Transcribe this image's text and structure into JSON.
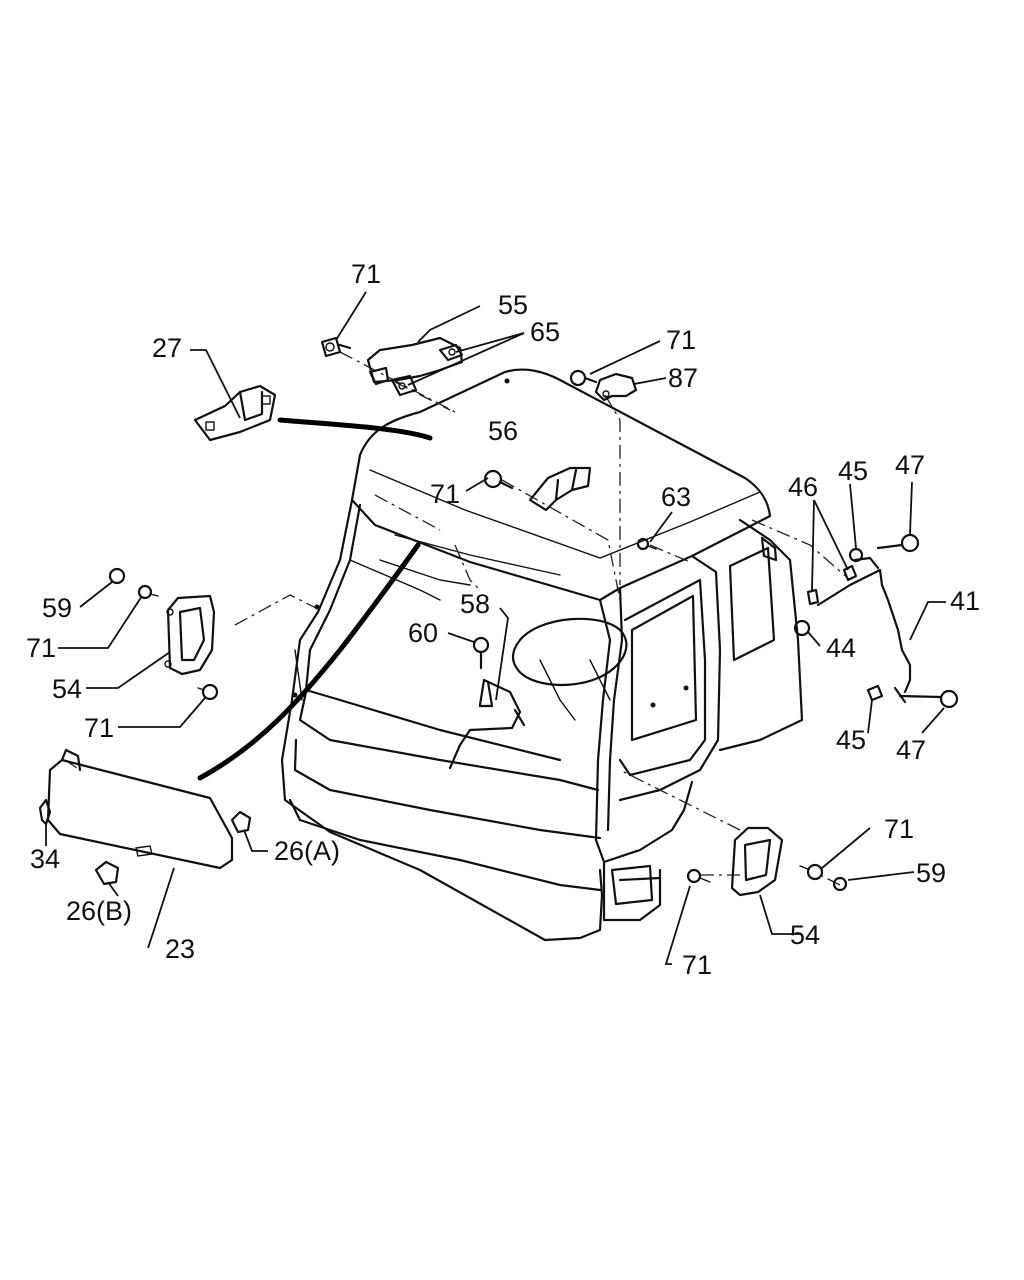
{
  "diagram": {
    "callouts": {
      "c71_top": "71",
      "c55": "55",
      "c65": "65",
      "c27": "27",
      "c71_87": "71",
      "c87": "87",
      "c56": "56",
      "c71_56": "71",
      "c63": "63",
      "c46": "46",
      "c45_top": "45",
      "c47_top": "47",
      "c41": "41",
      "c59_left": "59",
      "c71_left": "71",
      "c54_left": "54",
      "c71_left_low": "71",
      "c58": "58",
      "c60": "60",
      "c44": "44",
      "c45_bottom": "45",
      "c47_bottom": "47",
      "c34": "34",
      "c26a": "26(A)",
      "c26b": "26(B)",
      "c23": "23",
      "c71_right": "71",
      "c59_right": "59",
      "c54_right": "54",
      "c71_bottom": "71"
    }
  }
}
